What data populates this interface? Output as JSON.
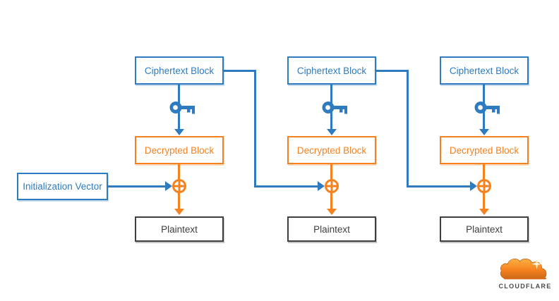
{
  "diagram": {
    "iv_label": "Initialization Vector",
    "columns": [
      {
        "ciphertext_label": "Ciphertext Block",
        "decrypted_label": "Decrypted Block",
        "plaintext_label": "Plaintext"
      },
      {
        "ciphertext_label": "Ciphertext Block",
        "decrypted_label": "Decrypted Block",
        "plaintext_label": "Plaintext"
      },
      {
        "ciphertext_label": "Ciphertext Block",
        "decrypted_label": "Decrypted Block",
        "plaintext_label": "Plaintext"
      }
    ],
    "icons": {
      "key": "key-icon",
      "xor": "xor-icon"
    },
    "colors": {
      "blue": "#2f7bbf",
      "orange": "#f6821f",
      "dark_border": "#3f3f3f"
    }
  },
  "logo": {
    "brand": "CLOUDFLARE"
  }
}
